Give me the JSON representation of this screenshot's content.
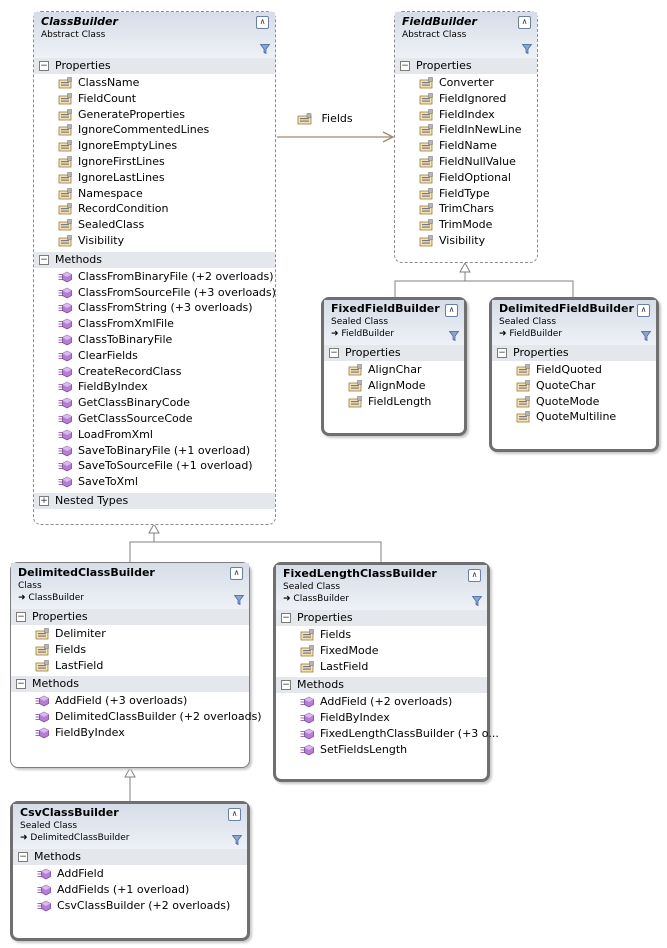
{
  "classes": {
    "classBuilder": {
      "name": "ClassBuilder",
      "kind": "Abstract Class",
      "properties_label": "Properties",
      "methods_label": "Methods",
      "nested_label": "Nested Types",
      "properties": [
        "ClassName",
        "FieldCount",
        "GenerateProperties",
        "IgnoreCommentedLines",
        "IgnoreEmptyLines",
        "IgnoreFirstLines",
        "IgnoreLastLines",
        "Namespace",
        "RecordCondition",
        "SealedClass",
        "Visibility"
      ],
      "methods": [
        "ClassFromBinaryFile (+2 overloads)",
        "ClassFromSourceFile (+3 overloads)",
        "ClassFromString (+3 overloads)",
        "ClassFromXmlFile",
        "ClassToBinaryFile",
        "ClearFields",
        "CreateRecordClass",
        "FieldByIndex",
        "GetClassBinaryCode",
        "GetClassSourceCode",
        "LoadFromXml",
        "SaveToBinaryFile (+1 overload)",
        "SaveToSourceFile (+1 overload)",
        "SaveToXml"
      ]
    },
    "fieldBuilder": {
      "name": "FieldBuilder",
      "kind": "Abstract Class",
      "properties_label": "Properties",
      "properties": [
        "Converter",
        "FieldIgnored",
        "FieldIndex",
        "FieldInNewLine",
        "FieldName",
        "FieldNullValue",
        "FieldOptional",
        "FieldType",
        "TrimChars",
        "TrimMode",
        "Visibility"
      ]
    },
    "fixedFieldBuilder": {
      "name": "FixedFieldBuilder",
      "kind": "Sealed Class",
      "base": "FieldBuilder",
      "properties_label": "Properties",
      "properties": [
        "AlignChar",
        "AlignMode",
        "FieldLength"
      ]
    },
    "delimitedFieldBuilder": {
      "name": "DelimitedFieldBuilder",
      "kind": "Sealed Class",
      "base": "FieldBuilder",
      "properties_label": "Properties",
      "properties": [
        "FieldQuoted",
        "QuoteChar",
        "QuoteMode",
        "QuoteMultiline"
      ]
    },
    "delimitedClassBuilder": {
      "name": "DelimitedClassBuilder",
      "kind": "Class",
      "base": "ClassBuilder",
      "properties_label": "Properties",
      "methods_label": "Methods",
      "properties": [
        "Delimiter",
        "Fields",
        "LastField"
      ],
      "methods": [
        "AddField (+3 overloads)",
        "DelimitedClassBuilder (+2 overloads)",
        "FieldByIndex"
      ]
    },
    "fixedLengthClassBuilder": {
      "name": "FixedLengthClassBuilder",
      "kind": "Sealed Class",
      "base": "ClassBuilder",
      "properties_label": "Properties",
      "methods_label": "Methods",
      "properties": [
        "Fields",
        "FixedMode",
        "LastField"
      ],
      "methods": [
        "AddField (+2 overloads)",
        "FieldByIndex",
        "FixedLengthClassBuilder (+3 o...",
        "SetFieldsLength"
      ]
    },
    "csvClassBuilder": {
      "name": "CsvClassBuilder",
      "kind": "Sealed Class",
      "base": "DelimitedClassBuilder",
      "methods_label": "Methods",
      "methods": [
        "AddField",
        "AddFields (+1 overload)",
        "CsvClassBuilder (+2 overloads)"
      ]
    }
  },
  "association": {
    "label": "Fields"
  },
  "colors": {
    "connector": "#808080",
    "assoc": "#a08a6c",
    "header": "#d6dde8",
    "section": "#e4e7ec"
  },
  "icons": {
    "property": "property-icon",
    "method": "method-icon",
    "collapse": "chevron-up-icon",
    "filter": "filter-icon"
  }
}
